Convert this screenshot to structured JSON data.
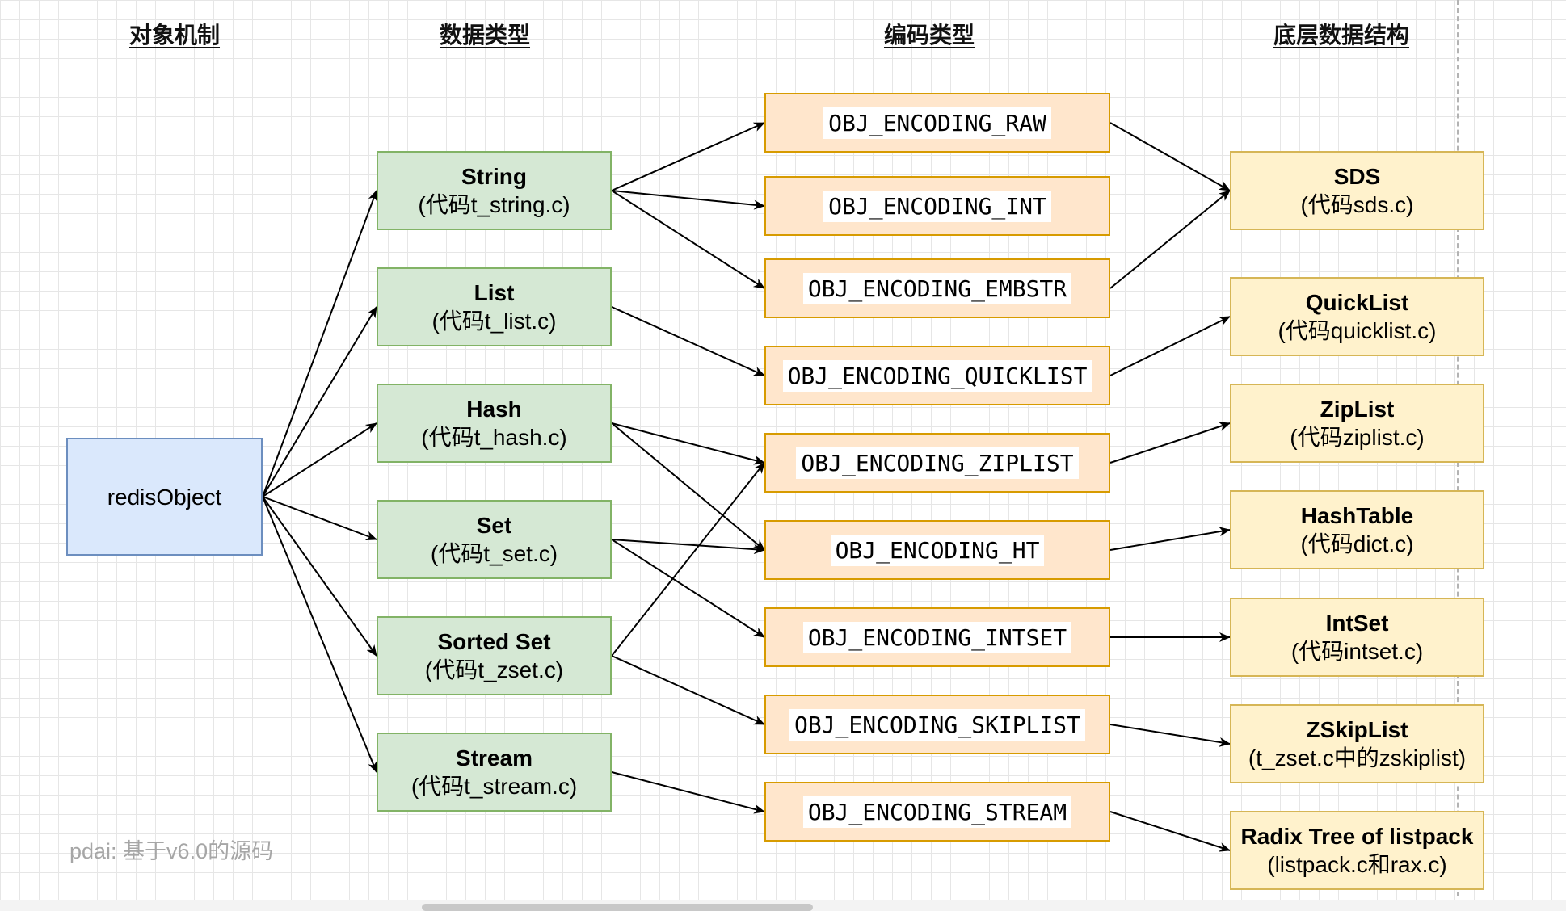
{
  "headers": {
    "object": "对象机制",
    "datatype": "数据类型",
    "encoding": "编码类型",
    "structure": "底层数据结构"
  },
  "root": {
    "label": "redisObject"
  },
  "datatypes": [
    {
      "title": "String",
      "sub": "(代码t_string.c)"
    },
    {
      "title": "List",
      "sub": "(代码t_list.c)"
    },
    {
      "title": "Hash",
      "sub": "(代码t_hash.c)"
    },
    {
      "title": "Set",
      "sub": "(代码t_set.c)"
    },
    {
      "title": "Sorted Set",
      "sub": "(代码t_zset.c)"
    },
    {
      "title": "Stream",
      "sub": "(代码t_stream.c)"
    }
  ],
  "encodings": [
    "OBJ_ENCODING_RAW",
    "OBJ_ENCODING_INT",
    "OBJ_ENCODING_EMBSTR",
    "OBJ_ENCODING_QUICKLIST",
    "OBJ_ENCODING_ZIPLIST",
    "OBJ_ENCODING_HT",
    "OBJ_ENCODING_INTSET",
    "OBJ_ENCODING_SKIPLIST",
    "OBJ_ENCODING_STREAM"
  ],
  "structures": [
    {
      "title": "SDS",
      "sub": "(代码sds.c)"
    },
    {
      "title": "QuickList",
      "sub": "(代码quicklist.c)"
    },
    {
      "title": "ZipList",
      "sub": "(代码ziplist.c)"
    },
    {
      "title": "HashTable",
      "sub": "(代码dict.c)"
    },
    {
      "title": "IntSet",
      "sub": "(代码intset.c)"
    },
    {
      "title": "ZSkipList",
      "sub": "(t_zset.c中的zskiplist)"
    },
    {
      "title": "Radix Tree of listpack",
      "sub": "(listpack.c和rax.c)"
    }
  ],
  "edges": [
    [
      "root",
      "datatypes.0"
    ],
    [
      "root",
      "datatypes.1"
    ],
    [
      "root",
      "datatypes.2"
    ],
    [
      "root",
      "datatypes.3"
    ],
    [
      "root",
      "datatypes.4"
    ],
    [
      "root",
      "datatypes.5"
    ],
    [
      "datatypes.0",
      "encodings.0"
    ],
    [
      "datatypes.0",
      "encodings.1"
    ],
    [
      "datatypes.0",
      "encodings.2"
    ],
    [
      "datatypes.1",
      "encodings.3"
    ],
    [
      "datatypes.2",
      "encodings.4"
    ],
    [
      "datatypes.2",
      "encodings.5"
    ],
    [
      "datatypes.3",
      "encodings.5"
    ],
    [
      "datatypes.3",
      "encodings.6"
    ],
    [
      "datatypes.4",
      "encodings.4"
    ],
    [
      "datatypes.4",
      "encodings.7"
    ],
    [
      "datatypes.5",
      "encodings.8"
    ],
    [
      "encodings.0",
      "structures.0"
    ],
    [
      "encodings.2",
      "structures.0"
    ],
    [
      "encodings.3",
      "structures.1"
    ],
    [
      "encodings.4",
      "structures.2"
    ],
    [
      "encodings.5",
      "structures.3"
    ],
    [
      "encodings.6",
      "structures.4"
    ],
    [
      "encodings.7",
      "structures.5"
    ],
    [
      "encodings.8",
      "structures.6"
    ]
  ],
  "watermark": "pdai: 基于v6.0的源码",
  "colors": {
    "object_fill": "#dae8fc",
    "object_stroke": "#6c8ebf",
    "datatype_fill": "#d5e8d4",
    "datatype_stroke": "#82b366",
    "encoding_fill": "#ffe6cc",
    "encoding_stroke": "#d79b00",
    "structure_fill": "#fff2cc",
    "structure_stroke": "#d6b656"
  }
}
